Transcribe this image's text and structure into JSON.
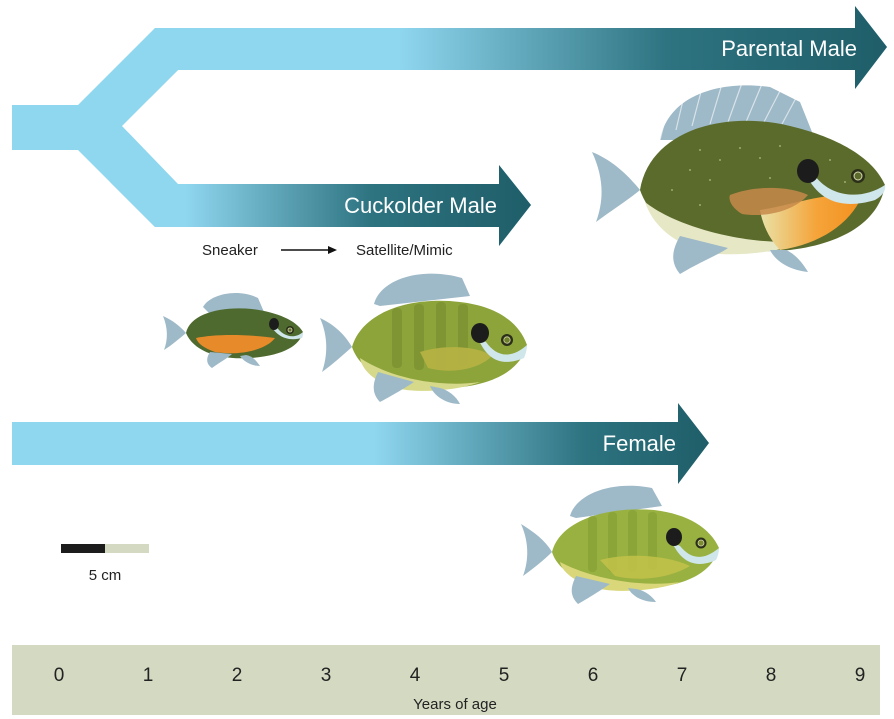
{
  "arrows": {
    "parental_label": "Parental Male",
    "cuckolder_label": "Cuckolder Male",
    "female_label": "Female"
  },
  "stages": {
    "sneaker": "Sneaker",
    "satellite": "Satellite/Mimic"
  },
  "scale_bar": {
    "label": "5 cm"
  },
  "axis": {
    "ticks": [
      "0",
      "1",
      "2",
      "3",
      "4",
      "5",
      "6",
      "7",
      "8",
      "9"
    ],
    "title": "Years of age"
  },
  "colors": {
    "light_blue": "#8fd6ef",
    "dark_teal": "#205f6b",
    "axis_band": "#d4dac2",
    "orange": "#f1922a"
  },
  "icons": [
    "sneaker-fish",
    "satellite-fish",
    "parental-male-fish",
    "female-fish"
  ]
}
